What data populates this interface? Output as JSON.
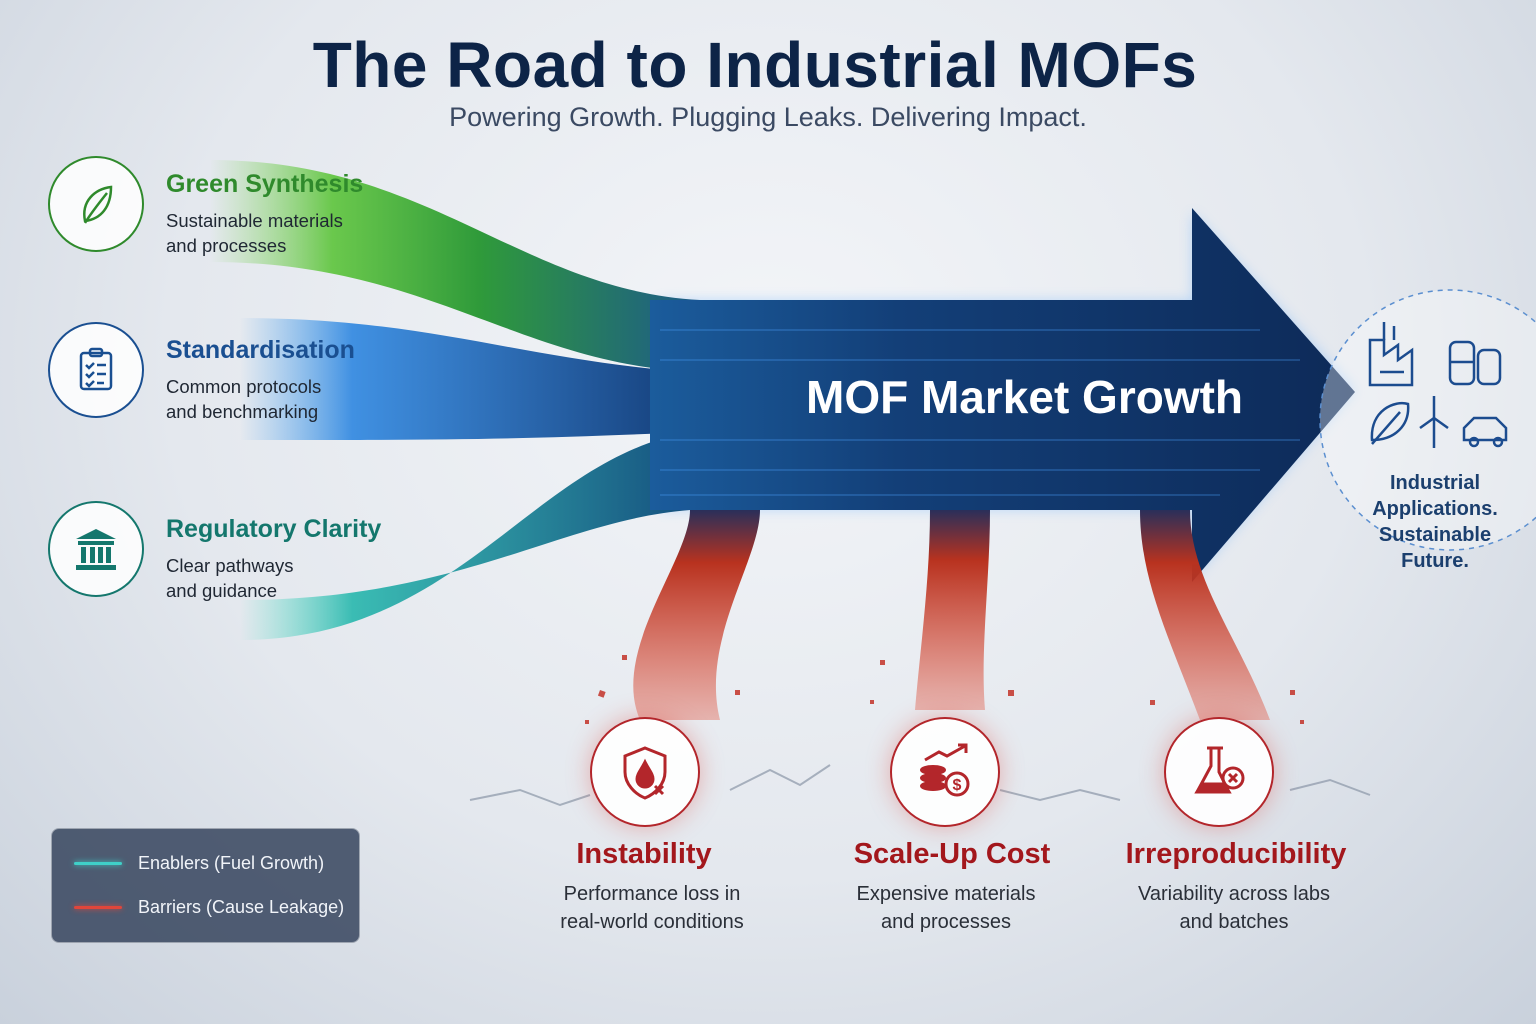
{
  "title": "The Road to Industrial MOFs",
  "subtitle": "Powering Growth. Plugging Leaks. Delivering Impact.",
  "enablers": [
    {
      "title": "Green Synthesis",
      "desc_line1": "Sustainable materials",
      "desc_line2": "and processes",
      "icon": "leaf-icon",
      "color": "#2f8a2c"
    },
    {
      "title": "Standardisation",
      "desc_line1": "Common protocols",
      "desc_line2": "and benchmarking",
      "icon": "clipboard-checklist-icon",
      "color": "#1a4f91"
    },
    {
      "title": "Regulatory Clarity",
      "desc_line1": "Clear pathways",
      "desc_line2": "and guidance",
      "icon": "government-building-icon",
      "color": "#14776d"
    }
  ],
  "main_arrow": {
    "label": "MOF Market Growth",
    "color": "#0f2a55"
  },
  "barriers": [
    {
      "title": "Instability",
      "desc_line1": "Performance loss in",
      "desc_line2": "real-world conditions",
      "icon": "shield-drop-icon",
      "color": "#a3171c"
    },
    {
      "title": "Scale-Up Cost",
      "desc_line1": "Expensive materials",
      "desc_line2": "and processes",
      "icon": "coins-rising-icon",
      "color": "#a3171c"
    },
    {
      "title": "Irreproducibility",
      "desc_line1": "Variability across labs",
      "desc_line2": "and batches",
      "icon": "flask-cross-icon",
      "color": "#a3171c"
    }
  ],
  "target": {
    "line1": "Industrial",
    "line2": "Applications.",
    "line3": "Sustainable",
    "line4": "Future.",
    "icons": [
      "factory-icon",
      "storage-tanks-icon",
      "leaf-icon",
      "wind-turbine-icon",
      "car-icon"
    ]
  },
  "legend": [
    {
      "label": "Enablers (Fuel Growth)",
      "color": "#3fd0c8"
    },
    {
      "label": "Barriers (Cause Leakage)",
      "color": "#e0463b"
    }
  ]
}
